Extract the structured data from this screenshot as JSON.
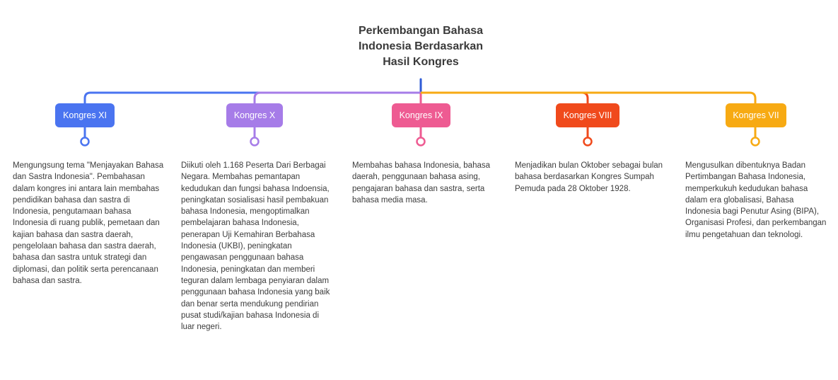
{
  "title": "Perkembangan Bahasa\nIndonesia Berdasarkan\nHasil Kongres",
  "colors": {
    "title_text": "#3a3a3a",
    "description_text": "#3c3c3c",
    "trunk": "#2f5bd6"
  },
  "nodes": [
    {
      "label": "Kongres XI",
      "color": "#4a74f0",
      "description": "Mengungsung tema \"Menjayakan Bahasa dan Sastra Indonesia\". Pembahasan dalam kongres ini antara lain membahas pendidikan bahasa dan sastra di Indonesia, pengutamaan bahasa Indonesia di ruang publik, pemetaan dan kajian bahasa dan sastra daerah, pengelolaan bahasa dan sastra daerah, bahasa dan sastra untuk strategi dan diplomasi, dan politik serta perencanaan bahasa dan sastra."
    },
    {
      "label": "Kongres X",
      "color": "#a67ce8",
      "description": "Diikuti oleh 1.168 Peserta Dari Berbagai Negara. Membahas pemantapan kedudukan dan fungsi bahasa Indoensia, peningkatan sosialisasi hasil pembakuan bahasa Indonesia, mengoptimalkan pembelajaran bahasa Indonesia, penerapan Uji Kemahiran Berbahasa Indonesia (UKBI), peningkatan pengawasan penggunaan bahasa Indonesia, peningkatan dan memberi teguran dalam lembaga penyiaran dalam penggunaan bahasa Indonesia yang baik dan benar serta mendukung pendirian pusat studi/kajian bahasa Indonesia di luar negeri."
    },
    {
      "label": "Kongres IX",
      "color": "#ee5b92",
      "description": "Membahas bahasa Indonesia, bahasa daerah, penggunaan bahasa asing, pengajaran bahasa dan sastra, serta bahasa media masa."
    },
    {
      "label": "Kongres VIII",
      "color": "#f04a1c",
      "description": "Menjadikan bulan Oktober sebagai bulan bahasa berdasarkan Kongres Sumpah Pemuda pada 28 Oktober 1928."
    },
    {
      "label": "Kongres VII",
      "color": "#f7aa13",
      "description": "Mengusulkan dibentuknya Badan Pertimbangan Bahasa Indonesia, memperkukuh kedudukan bahasa dalam era globalisasi, Bahasa Indonesia bagi Penutur Asing (BIPA), Organisasi Profesi, dan perkembangan ilmu pengetahuan dan teknologi."
    }
  ]
}
